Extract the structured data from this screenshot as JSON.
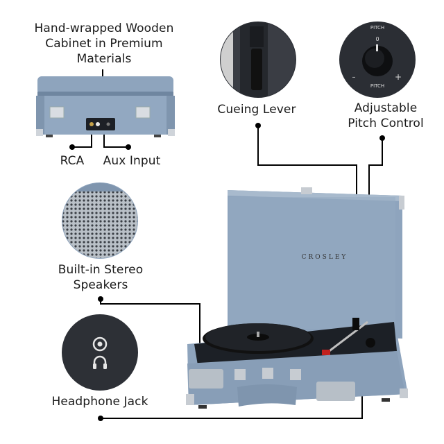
{
  "labels": {
    "cabinet_line1": "Hand-wrapped Wooden",
    "cabinet_line2": "Cabinet in Premium",
    "cabinet_line3": "Materials",
    "rca": "RCA",
    "aux": "Aux Input",
    "cueing": "Cueing Lever",
    "pitch_line1": "Adjustable",
    "pitch_line2": "Pitch Control",
    "speakers_line1": "Built-in Stereo",
    "speakers_line2": "Speakers",
    "headphone": "Headphone Jack"
  },
  "product": {
    "brand": "CROSLEY"
  },
  "pitch_dial": {
    "title": "PITCH",
    "zero": "0",
    "minus": "–",
    "plus": "+"
  },
  "colors": {
    "denim": "#8ea4bd",
    "denim_dark": "#6f86a0",
    "deck": "#1c2026",
    "line": "#000000",
    "circle_bg": "#2a2d33"
  }
}
